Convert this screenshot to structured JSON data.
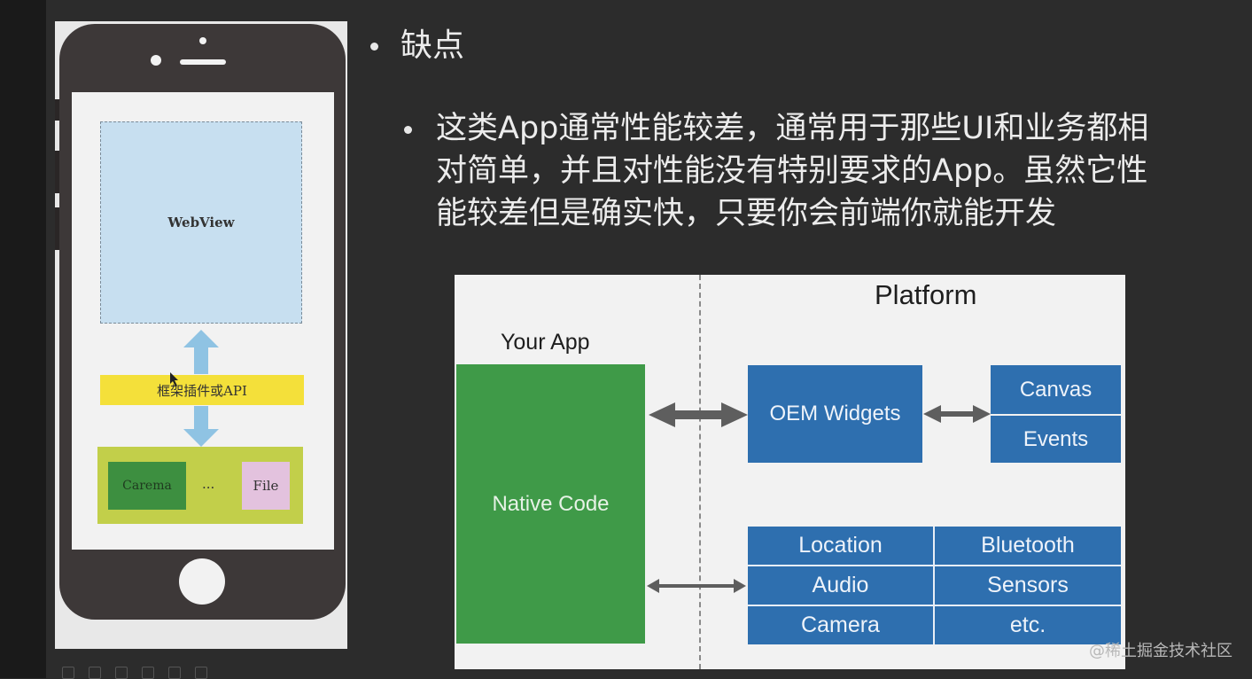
{
  "slide": {
    "heading": "缺点",
    "paragraph_lines": [
      "这类App通常性能较差，通常用于那些UI和业务都相",
      "对简单，并且对性能没有特别要求的App。虽然它性",
      "能较差但是确实快，只要你会前端你就能开发"
    ]
  },
  "phone_illustration": {
    "webview_label": "WebView",
    "plugin_label": "框架插件或API",
    "camera_label": "Carema",
    "ellipsis": "...",
    "file_label": "File"
  },
  "platform_diagram": {
    "platform_label": "Platform",
    "your_app_label": "Your App",
    "native_code_label": "Native Code",
    "oem_widgets_label": "OEM Widgets",
    "canvas_label": "Canvas",
    "events_label": "Events",
    "services": [
      [
        "Location",
        "Bluetooth"
      ],
      [
        "Audio",
        "Sensors"
      ],
      [
        "Camera",
        "etc."
      ]
    ]
  },
  "watermark": "@稀土掘金技术社区",
  "colors": {
    "background": "#2c2c2c",
    "native_green": "#3f9a48",
    "platform_blue": "#2e6faf",
    "webview_blue": "#c7dff0",
    "plugin_yellow": "#f4e03a"
  }
}
